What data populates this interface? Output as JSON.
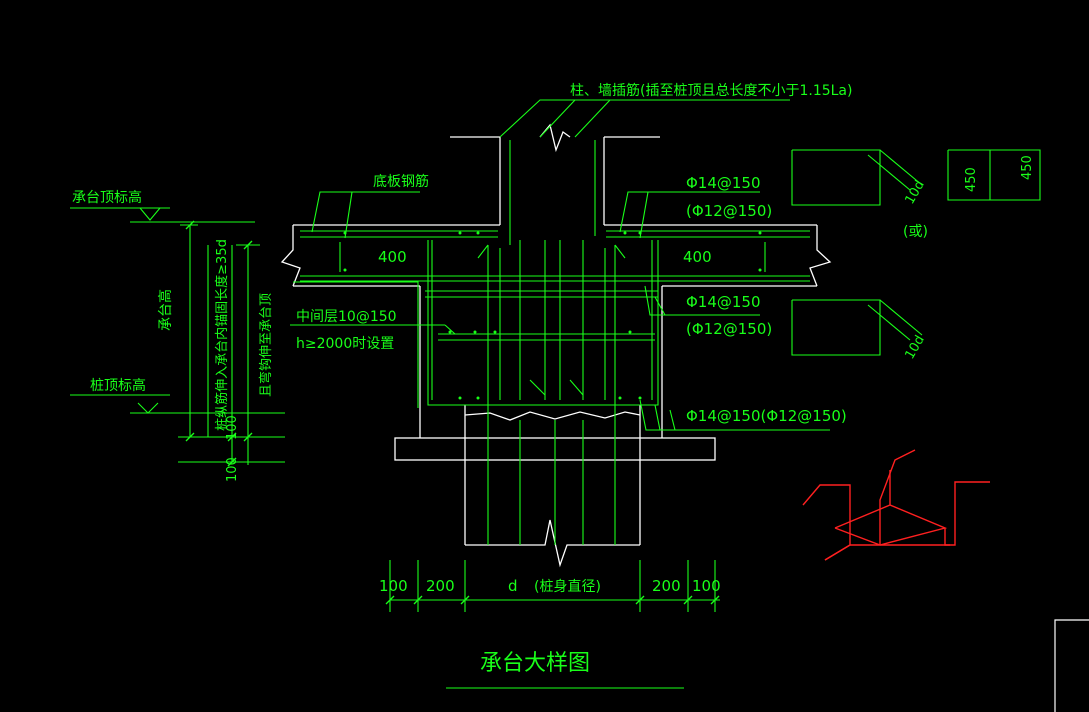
{
  "colors": {
    "background": "#000000",
    "linework": "#ffffff",
    "annotation": "#19ff19",
    "highlight": "#ff2020"
  },
  "labels": {
    "column_note": "柱、墙插筋(插至桩顶且总长度不小于1.15La)",
    "bottom_rebar": "底板钢筋",
    "cap_top_elev": "承台顶标高",
    "pile_top_elev": "桩顶标高",
    "cap_height": "承台高",
    "pile_anchor_1": "桩纵筋伸入承台内锚固长度≥35d",
    "pile_anchor_2": "且弯钩伸至承台顶",
    "left_400": "400",
    "right_400": "400",
    "rebar_top_1": "Φ14@150",
    "rebar_top_2": "(Φ12@150)",
    "rebar_mid_1": "Φ14@150",
    "rebar_mid_2": "(Φ12@150)",
    "rebar_bottom": "Φ14@150(Φ12@150)",
    "middle_layer_1": "中间层10@150",
    "middle_layer_2": "h≥2000时设置",
    "hook_10d_top": "10d",
    "hook_or": "(或)",
    "hook_10d_bottom": "10d",
    "box_450_a": "450",
    "box_450_b": "450",
    "dim_100_left_v": "100",
    "dim_100_left_v2": "100",
    "dim_100_left": "100",
    "dim_200_left": "200",
    "dim_d": "d",
    "dim_d_note": "(桩身直径)",
    "dim_200_right": "200",
    "dim_100_right": "100",
    "title": "承台大样图"
  }
}
